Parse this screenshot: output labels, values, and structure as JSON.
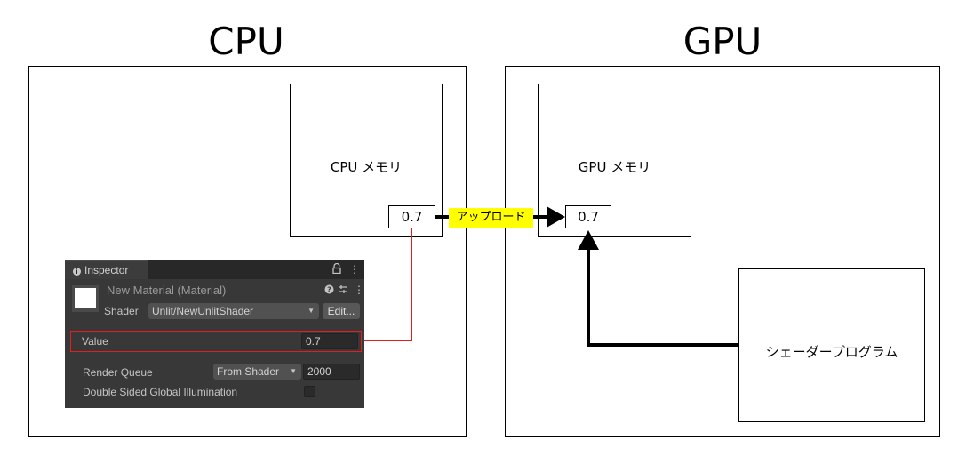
{
  "cpu": {
    "title": "CPU",
    "memory_label": "CPU メモリ",
    "value": "0.7"
  },
  "gpu": {
    "title": "GPU",
    "memory_label": "GPU メモリ",
    "value": "0.7",
    "shader_program_label": "シェーダープログラム"
  },
  "upload_label": "アップロード",
  "colors": {
    "link_line": "#e02020",
    "upload_highlight": "#ffff00",
    "arrow": "#000000"
  },
  "inspector": {
    "tab_label": "Inspector",
    "lock_icon": "lock-icon",
    "menu_icon": "kebab-menu-icon",
    "material_title": "New Material (Material)",
    "help_icon": "help-icon",
    "settings_icon": "preset-icon",
    "shader_label": "Shader",
    "shader_value": "Unlit/NewUnlitShader",
    "edit_label": "Edit...",
    "value_label": "Value",
    "value_field": "0.7",
    "render_queue_label": "Render Queue",
    "render_queue_dropdown": "From Shader",
    "render_queue_value": "2000",
    "double_sided_label": "Double Sided Global Illumination",
    "double_sided_checked": false
  }
}
